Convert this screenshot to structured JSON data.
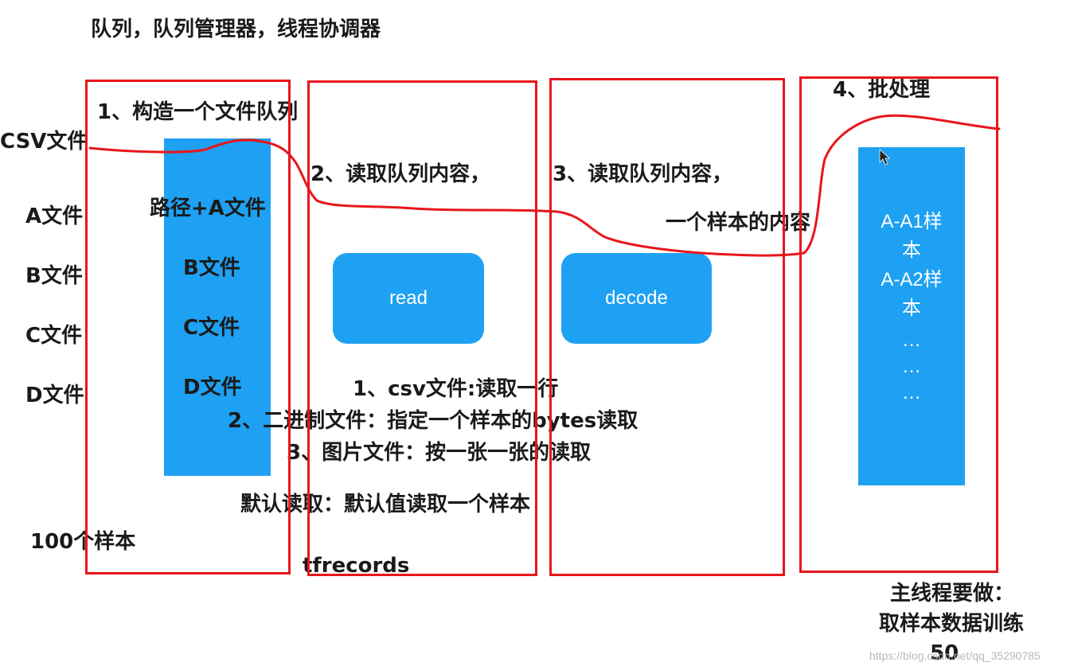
{
  "title": "队列，队列管理器，线程协调器",
  "left_labels": {
    "csv": "CSV文件",
    "a": "A文件",
    "b": "B文件",
    "c": "C文件",
    "d": "D文件",
    "samples": "100个样本"
  },
  "step1": {
    "label": "1、构造一个文件队列",
    "bar_items": [
      "路径+A文件",
      "B文件",
      "C文件",
      "D文件"
    ]
  },
  "step2": {
    "label": "2、读取队列内容，",
    "button": "read"
  },
  "step3": {
    "label": "3、读取队列内容，",
    "sub": "一个样本的内容",
    "button": "decode"
  },
  "step4": {
    "label": "4、批处理",
    "bar_lines": [
      "A-A1样",
      "本",
      "A-A2样",
      "本",
      "…",
      "…",
      "…"
    ]
  },
  "read_notes": {
    "n1": "1、csv文件:读取一行",
    "n2": "2、二进制文件：指定一个样本的bytes读取",
    "n3": "3、图片文件：按一张一张的读取",
    "default": "默认读取：默认值读取一个样本",
    "tfrecords": "tfrecords"
  },
  "main_thread": {
    "l1": "主线程要做：",
    "l2": "取样本数据训练",
    "l3": "50"
  },
  "watermark": "https://blog.csdn.net/qq_35290785",
  "colors": {
    "blue": "#1ea1f2",
    "red": "#e8161c"
  }
}
